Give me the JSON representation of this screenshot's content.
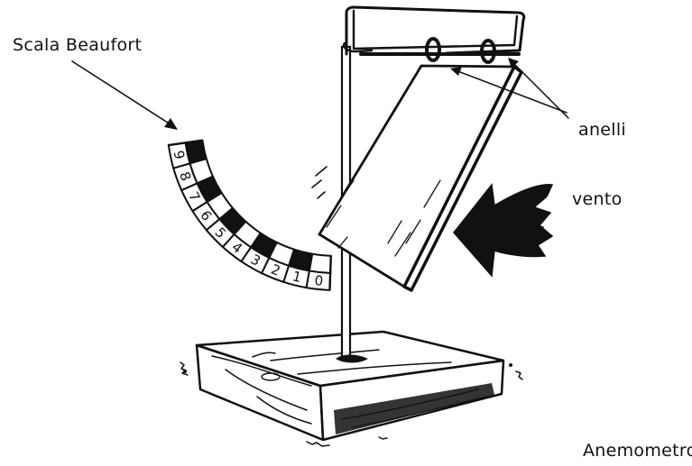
{
  "labels": {
    "beaufort_scale": "Scala Beaufort",
    "rings": "anelli",
    "wind": "vento",
    "caption": "Anemometro"
  },
  "scale_numbers": [
    "0",
    "1",
    "2",
    "3",
    "4",
    "5",
    "6",
    "7",
    "8",
    "9"
  ],
  "colors": {
    "ink": "#111111",
    "paper": "#ffffff"
  }
}
